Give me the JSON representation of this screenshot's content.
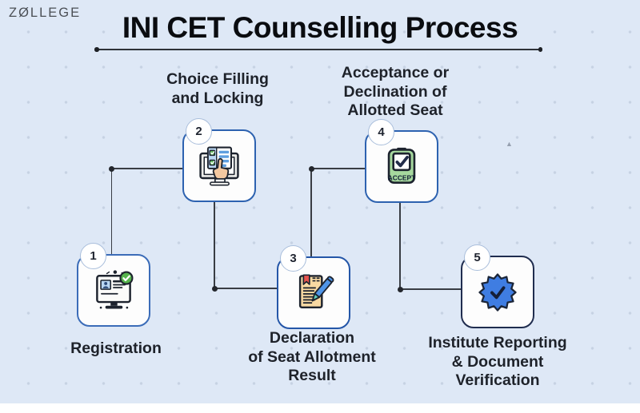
{
  "logo": {
    "text": "ZØLLEGE"
  },
  "title": {
    "text": "INI CET Counselling Process"
  },
  "steps": [
    {
      "number": "1",
      "label": "Registration",
      "label_lines": [
        "Registration"
      ],
      "icon": "registration-monitor-icon"
    },
    {
      "number": "2",
      "label": "Choice Filling and Locking",
      "label_lines": [
        "Choice Filling",
        "and Locking"
      ],
      "icon": "choice-filling-click-icon"
    },
    {
      "number": "3",
      "label": "Declaration of Seat Allotment Result",
      "label_lines": [
        "Declaration",
        "of Seat Allotment",
        "Result"
      ],
      "icon": "document-pen-icon"
    },
    {
      "number": "4",
      "label": "Acceptance or Declination of Allotted Seat",
      "label_lines": [
        "Acceptance or",
        "Declination of",
        "Allotted Seat"
      ],
      "icon": "accept-stamp-icon",
      "stamp_text": "ACCEPT"
    },
    {
      "number": "5",
      "label": "Institute Reporting & Document Verification",
      "label_lines": [
        "Institute Reporting",
        "& Document",
        "Verification"
      ],
      "icon": "verified-badge-icon"
    }
  ],
  "colors": {
    "background": "#dee8f6",
    "box_fill": "#fdfdfd",
    "box_border_blue": "#2d62b0",
    "box_border_dark_navy": "#202d4f",
    "connector": "#393d44",
    "check_green": "#56b44c",
    "stamp_green": "#a6d89e",
    "badge_blue": "#3f7de2",
    "pen_blue": "#4f95e8",
    "document_tan": "#f8d9a2",
    "title_text": "#0a0c10",
    "label_text": "#1e222a"
  },
  "decorations": {
    "caret_mark": "▲"
  }
}
